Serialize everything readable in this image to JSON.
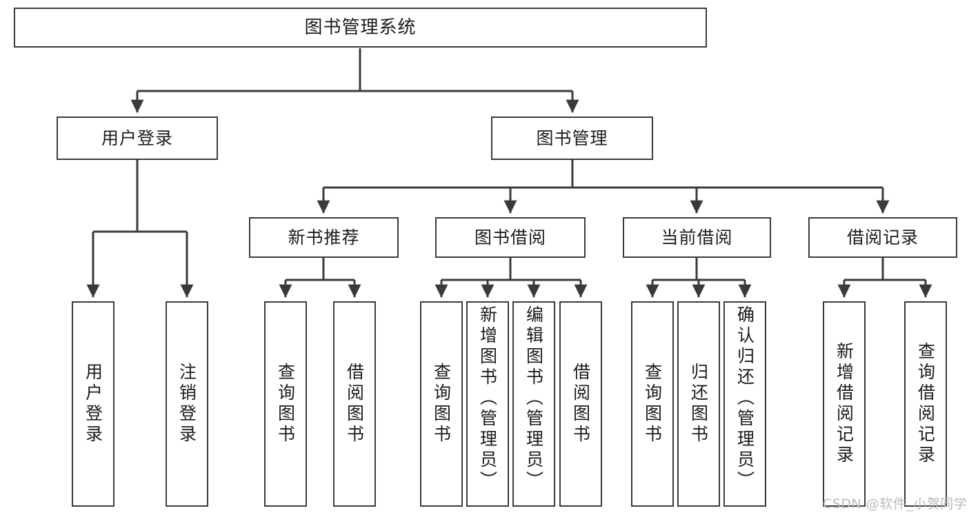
{
  "diagram": {
    "type": "tree",
    "title": "图书管理系统",
    "root": {
      "label": "图书管理系统"
    },
    "level2": [
      {
        "label": "用户登录"
      },
      {
        "label": "图书管理"
      }
    ],
    "level3": [
      {
        "label": "新书推荐"
      },
      {
        "label": "图书借阅"
      },
      {
        "label": "当前借阅"
      },
      {
        "label": "借阅记录"
      }
    ],
    "leaves": {
      "user_login": [
        {
          "label": "用户登录"
        },
        {
          "label": "注销登录"
        }
      ],
      "new_book_recommend": [
        {
          "label": "查询图书"
        },
        {
          "label": "借阅图书"
        }
      ],
      "book_borrow": [
        {
          "label": "查询图书"
        },
        {
          "label": "新增图书（管理员）"
        },
        {
          "label": "编辑图书（管理员）"
        },
        {
          "label": "借阅图书"
        }
      ],
      "current_borrow": [
        {
          "label": "查询图书"
        },
        {
          "label": "归还图书"
        },
        {
          "label": "确认归还（管理员）"
        }
      ],
      "borrow_record": [
        {
          "label": "新增借阅记录"
        },
        {
          "label": "查询借阅记录"
        }
      ]
    }
  },
  "watermark": {
    "text": "CSDN @软件_小贺同学"
  },
  "colors": {
    "background": "#ffffff",
    "box_border": "#3a3a3a",
    "edge": "#3a3a3a",
    "text": "#1b1b1b",
    "watermark": "#b9b9b9"
  }
}
